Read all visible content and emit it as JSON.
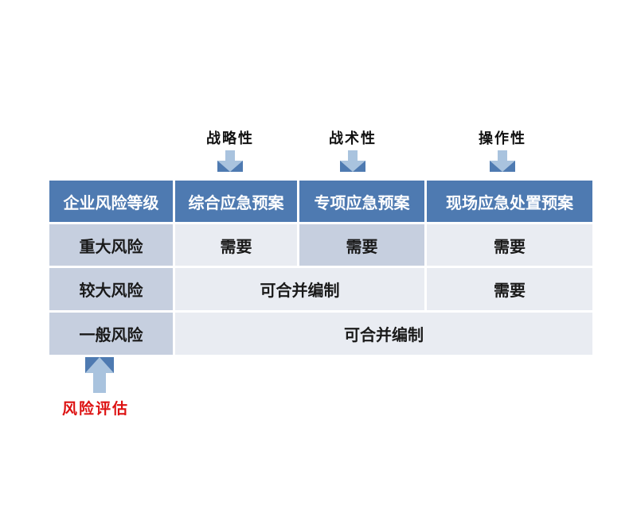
{
  "colors": {
    "header_bg": "#4e7ab1",
    "header_text": "#ffffff",
    "cell_medium": "#c6cfdf",
    "cell_light": "#e9ecf2",
    "arrow": "#a9c3de",
    "annotation_red": "#dd1111"
  },
  "top_labels": [
    {
      "label": "战略性"
    },
    {
      "label": "战术性"
    },
    {
      "label": "操作性"
    }
  ],
  "table": {
    "header": [
      "企业风险等级",
      "综合应急预案",
      "专项应急预案",
      "现场应急处置预案"
    ],
    "rows": [
      {
        "risk": "重大风险",
        "cells": [
          "需要",
          "需要",
          "需要"
        ]
      },
      {
        "risk": "较大风险",
        "merged": "可合并编制",
        "last": "需要"
      },
      {
        "risk": "一般风险",
        "merged": "可合并编制"
      }
    ]
  },
  "annotation": {
    "label": "风险评估"
  }
}
